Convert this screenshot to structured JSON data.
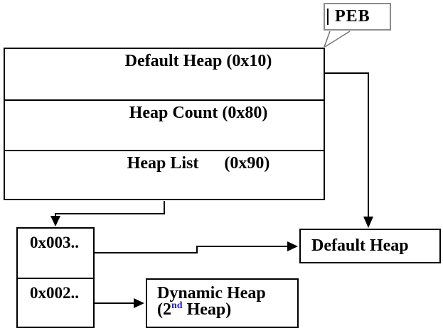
{
  "callout": {
    "label": "PEB"
  },
  "peb_table": {
    "rows": [
      {
        "label": "Default Heap (0x10)"
      },
      {
        "label": "Heap Count (0x80)"
      },
      {
        "label": "Heap List      (0x90)"
      }
    ]
  },
  "heap_list_table": {
    "rows": [
      {
        "label": "0x003.."
      },
      {
        "label": "0x002.."
      }
    ]
  },
  "default_heap_box": {
    "label": "Default Heap"
  },
  "dynamic_heap_box": {
    "line1": "Dynamic Heap",
    "line2_pre": "(2",
    "line2_sup": "nd",
    "line2_sup_style": "color:#2222cc",
    "line2_post": " Heap)"
  },
  "colors": {
    "line": "#000000",
    "callout_border": "#8c8c8c",
    "superscript": "#2222cc"
  }
}
